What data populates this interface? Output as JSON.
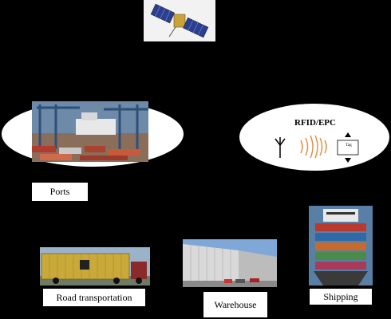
{
  "nodes": {
    "satellite": {
      "label": ""
    },
    "ports": {
      "label": "Ports"
    },
    "rfid": {
      "title": "RFID/EPC",
      "tag_text": "Tag"
    },
    "road": {
      "label": "Road transportation"
    },
    "warehouse": {
      "label": "Warehouse"
    },
    "shipping": {
      "label": "Shipping"
    }
  },
  "colors": {
    "background": "#000000",
    "ellipse": "#ffffff",
    "label_bg": "#ffffff"
  }
}
